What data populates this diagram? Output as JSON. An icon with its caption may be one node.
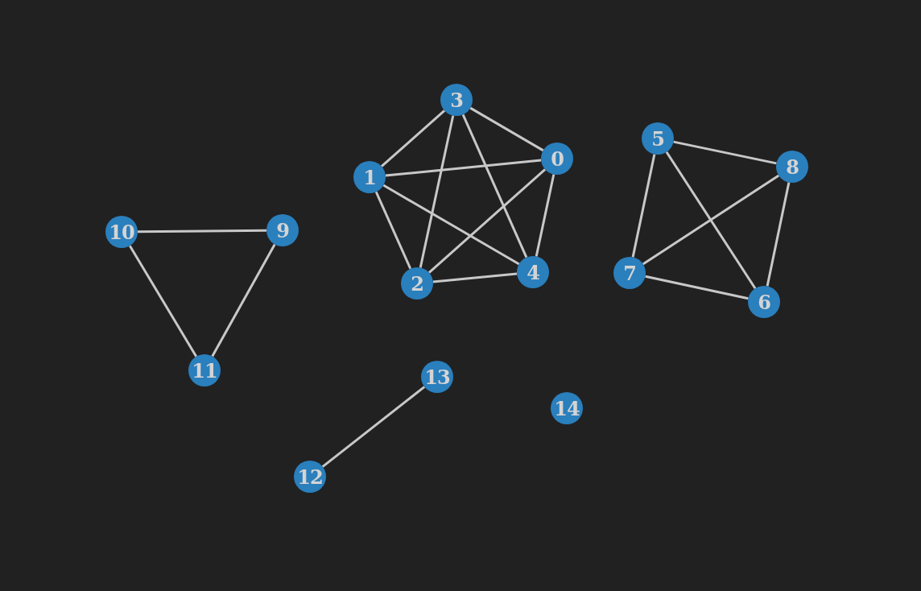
{
  "diagram": {
    "nodes": [
      {
        "text": [
          "0"
        ]
      },
      {
        "text": [
          "1"
        ]
      },
      {
        "text": [
          "2"
        ]
      },
      {
        "text": [
          "3"
        ]
      },
      {
        "text": [
          "4"
        ]
      },
      {
        "text": [
          "5"
        ]
      },
      {
        "text": [
          "6"
        ]
      },
      {
        "text": [
          "7"
        ]
      },
      {
        "text": [
          "8"
        ]
      },
      {
        "text": [
          "9"
        ]
      },
      {
        "text": [
          "10"
        ]
      },
      {
        "text": [
          "11"
        ]
      },
      {
        "text": [
          "12"
        ]
      },
      {
        "text": [
          "13"
        ]
      },
      {
        "text": [
          "14"
        ]
      }
    ],
    "edges": [
      {
        "from": 0,
        "to": 1,
        "arrow": "none"
      },
      {
        "from": 0,
        "to": 2,
        "arrow": "none"
      },
      {
        "from": 0,
        "to": 3,
        "arrow": "none"
      },
      {
        "from": 0,
        "to": 4,
        "arrow": "none"
      },
      {
        "from": 1,
        "to": 2,
        "arrow": "none"
      },
      {
        "from": 1,
        "to": 3,
        "arrow": "none"
      },
      {
        "from": 1,
        "to": 4,
        "arrow": "none"
      },
      {
        "from": 2,
        "to": 3,
        "arrow": "none"
      },
      {
        "from": 2,
        "to": 4,
        "arrow": "none"
      },
      {
        "from": 3,
        "to": 4,
        "arrow": "none"
      },
      {
        "from": 5,
        "to": 6,
        "arrow": "none"
      },
      {
        "from": 5,
        "to": 7,
        "arrow": "none"
      },
      {
        "from": 5,
        "to": 8,
        "arrow": "none"
      },
      {
        "from": 6,
        "to": 7,
        "arrow": "none"
      },
      {
        "from": 6,
        "to": 8,
        "arrow": "none"
      },
      {
        "from": 7,
        "to": 8,
        "arrow": "none"
      },
      {
        "from": 9,
        "to": 10,
        "arrow": "none"
      },
      {
        "from": 9,
        "to": 11,
        "arrow": "none"
      },
      {
        "from": 10,
        "to": 11,
        "arrow": "none"
      },
      {
        "from": 12,
        "to": 13,
        "arrow": "none"
      }
    ]
  }
}
